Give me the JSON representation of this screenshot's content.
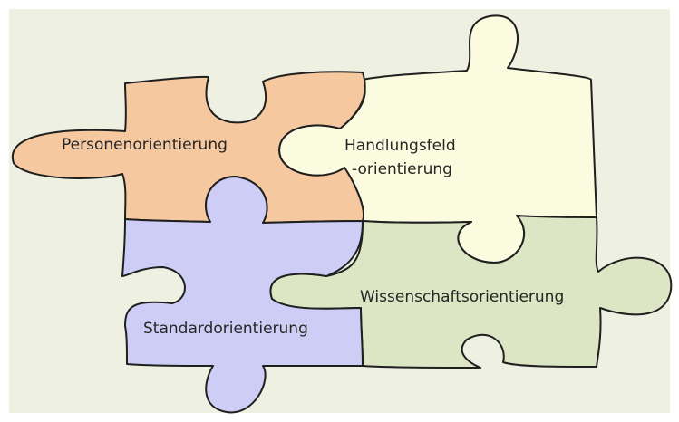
{
  "pieces": [
    {
      "id": "personen",
      "label": "Personenorientierung",
      "color": "#f6c8a0"
    },
    {
      "id": "handlung",
      "label_lines": [
        "Handlungsfeld",
        "-orientierung"
      ],
      "color": "#fbfbe0"
    },
    {
      "id": "wissenschaft",
      "label": "Wissenschaftsorientierung",
      "color": "#dde6c4"
    },
    {
      "id": "standard",
      "label": "Standardorientierung",
      "color": "#cdcdf6"
    }
  ],
  "background_color": "#eef0e2"
}
